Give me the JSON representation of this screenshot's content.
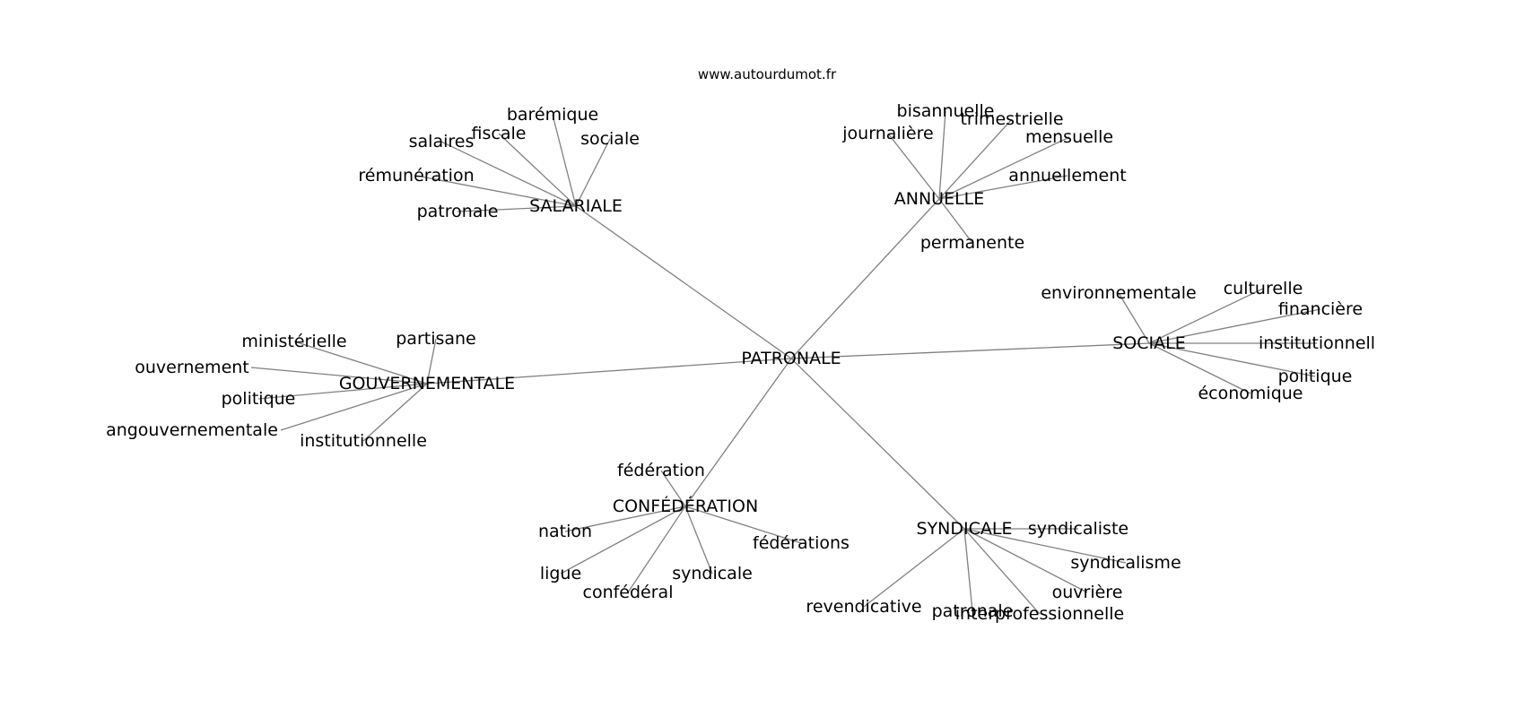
{
  "site": "www.autourdumot.fr",
  "colors": {
    "edge": "#808080",
    "text": "#000000",
    "background": "#ffffff"
  },
  "center": "PATRONALE",
  "clusters": [
    {
      "label": "SALARIALE",
      "leaves": [
        "barémique",
        "fiscale",
        "salaires",
        "sociale",
        "rémunération",
        "patronale"
      ]
    },
    {
      "label": "ANNUELLE",
      "leaves": [
        "bisannuelle",
        "trimestrielle",
        "journalière",
        "mensuelle",
        "annuellement",
        "permanente"
      ]
    },
    {
      "label": "SOCIALE",
      "leaves": [
        "environnementale",
        "culturelle",
        "financière",
        "institutionnell",
        "politique",
        "économique"
      ]
    },
    {
      "label": "GOUVERNEMENTALE",
      "leaves": [
        "ministérielle",
        "partisane",
        "ouvernement",
        "politique",
        "angouvernementale",
        "institutionnelle"
      ]
    },
    {
      "label": "CONFÉDÉRATION",
      "leaves": [
        "fédération",
        "nation",
        "fédérations",
        "ligue",
        "syndicale",
        "confédéral"
      ]
    },
    {
      "label": "SYNDICALE",
      "leaves": [
        "syndicaliste",
        "syndicalisme",
        "ouvrière",
        "revendicative",
        "patronale",
        "interprofessionnelle"
      ]
    }
  ]
}
